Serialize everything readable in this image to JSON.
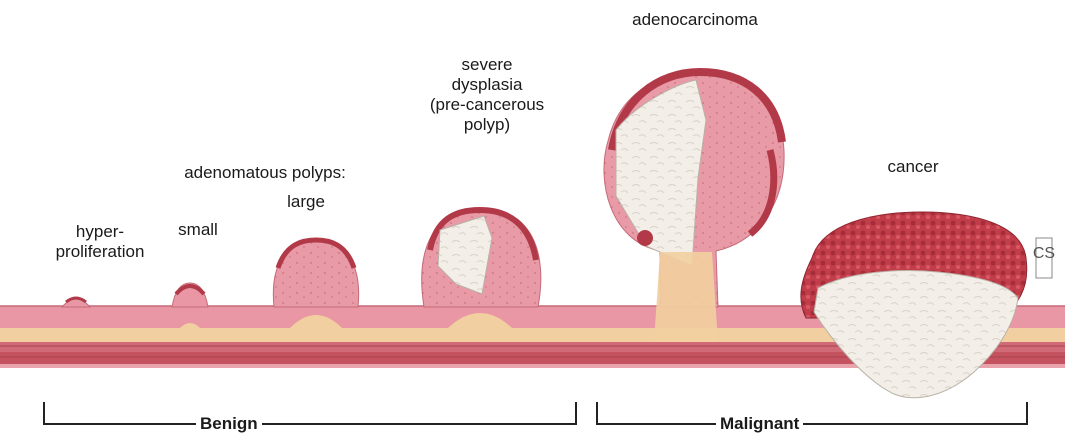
{
  "stages": {
    "hyperproliferation": "hyper-\nproliferation",
    "small": "small",
    "large": "large",
    "adenomatous_polyps": "adenomatous polyps:",
    "severe_dysplasia": "severe\ndysplasia\n(pre-cancerous\npolyp)",
    "adenocarcinoma": "adenocarcinoma",
    "cancer": "cancer"
  },
  "brackets": {
    "benign": "Benign",
    "malignant": "Malignant"
  },
  "colors": {
    "tissue_pink": "#e89aa6",
    "tissue_dark": "#d47a88",
    "tumor_red": "#b8323f",
    "tumor_white": "#f4f1ec",
    "submucosa": "#f2cfa0",
    "muscle": "#c85a66"
  },
  "copyright_mark": "CS"
}
